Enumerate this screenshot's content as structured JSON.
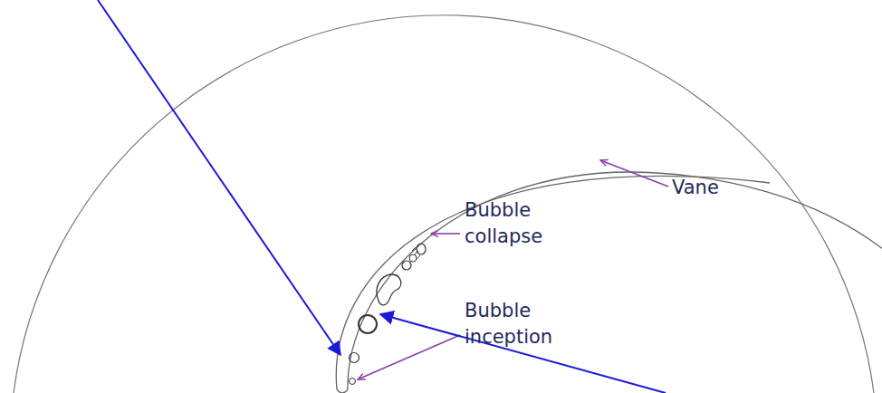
{
  "diagram": {
    "labels": [
      "Vane",
      "Bubble collapse",
      "Bubble inception"
    ]
  }
}
